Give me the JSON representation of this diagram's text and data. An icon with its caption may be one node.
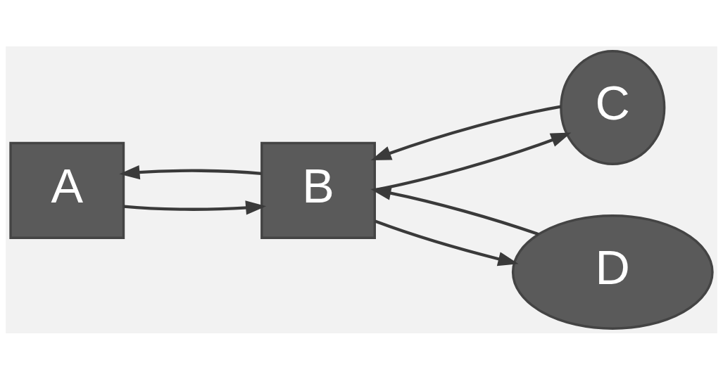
{
  "diagram": {
    "nodes": [
      {
        "text": [
          "A"
        ]
      },
      {
        "text": [
          "B"
        ]
      },
      {
        "text": [
          "C"
        ]
      },
      {
        "text": [
          "D"
        ]
      }
    ],
    "edges": [
      {
        "from": 0,
        "to": 1,
        "arrow": "to"
      },
      {
        "from": 1,
        "to": 0,
        "arrow": "to"
      },
      {
        "from": 1,
        "to": 2,
        "arrow": "to"
      },
      {
        "from": 2,
        "to": 1,
        "arrow": "to"
      },
      {
        "from": 1,
        "to": 3,
        "arrow": "to"
      },
      {
        "from": 3,
        "to": 1,
        "arrow": "to"
      }
    ]
  }
}
